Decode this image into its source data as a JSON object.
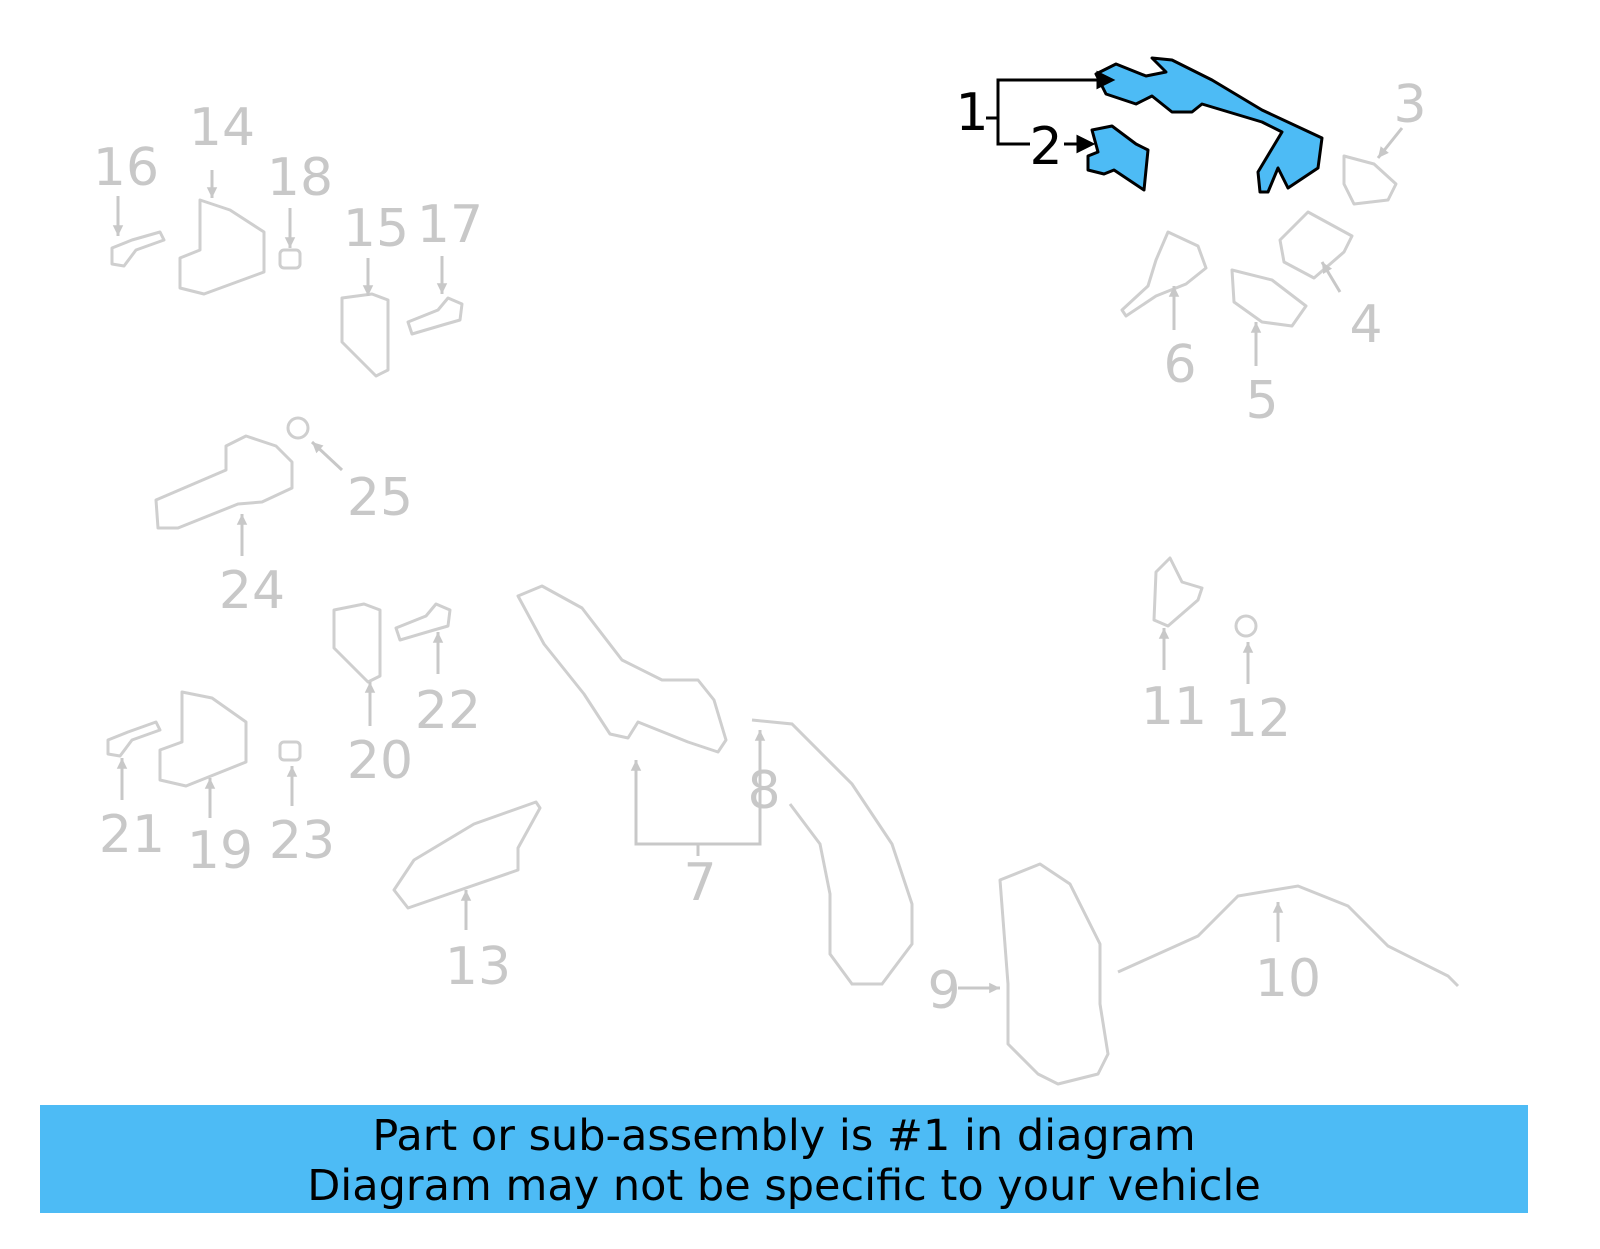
{
  "diagram": {
    "highlight_color": "#4dbbf5",
    "callouts": [
      "1",
      "2",
      "3",
      "4",
      "5",
      "6",
      "7",
      "8",
      "9",
      "10",
      "11",
      "12",
      "13",
      "14",
      "15",
      "16",
      "17",
      "18",
      "19",
      "20",
      "21",
      "22",
      "23",
      "24",
      "25"
    ],
    "highlighted": [
      "1",
      "2"
    ]
  },
  "banner": {
    "line1": "Part or sub-assembly is #1 in diagram",
    "line2": "Diagram may not be specific to your vehicle"
  }
}
